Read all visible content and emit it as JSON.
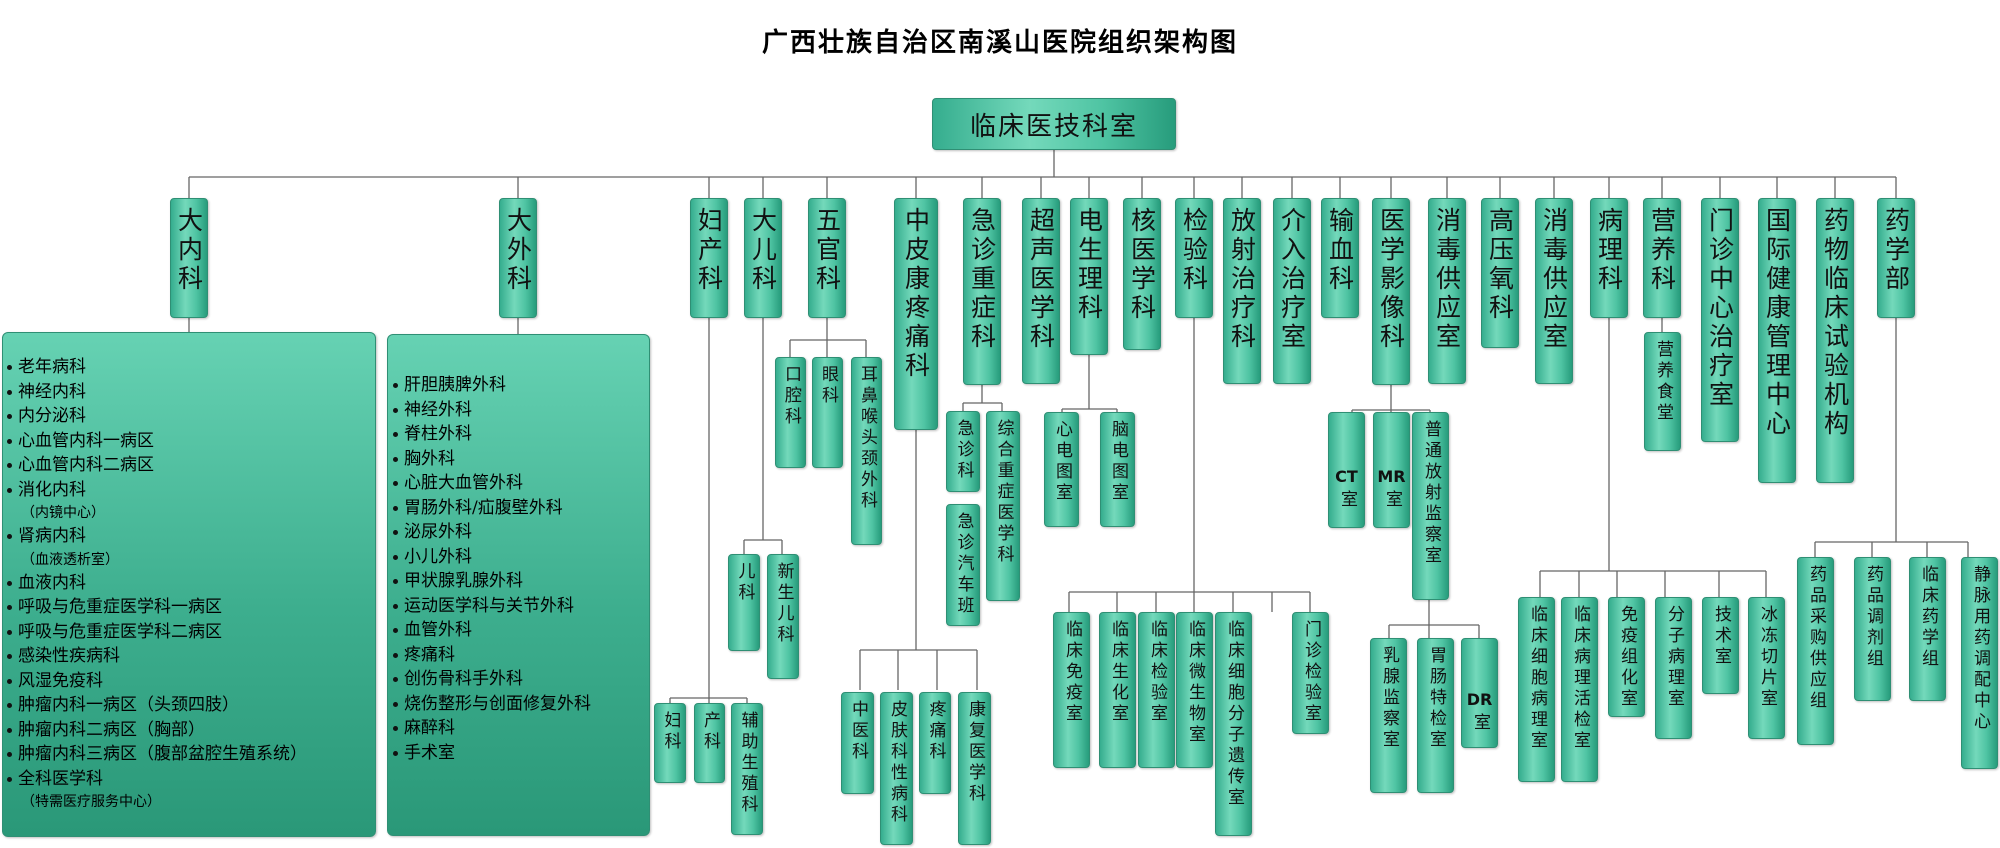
{
  "title": "广西壮族自治区南溪山医院组织架构图",
  "root": "临床医技科室",
  "departments": {
    "neike": "大内科",
    "waike": "大外科",
    "fuchan": "妇产科",
    "erke": "大儿科",
    "wuguan": "五官科",
    "zhongpi": "中皮康疼痛科",
    "jizhen": "急诊重症科",
    "chaosheng": "超声医学科",
    "diansheng": "电生理科",
    "heyi": "核医学科",
    "jianyan": "检验科",
    "fangliao": "放射治疗科",
    "jieru": "介入治疗室",
    "shuxue": "输血科",
    "yingxiang": "医学影像科",
    "xiaodu1": "消毒供应室",
    "gaoya": "高压氧科",
    "xiaodu2": "消毒供应室",
    "bingli": "病理科",
    "yingyang": "营养科",
    "menzhen": "门诊中心治疗室",
    "guoji": "国际健康管理中心",
    "yaowu": "药物临床试验机构",
    "yaoxue": "药学部"
  },
  "neike_list": [
    {
      "text": "老年病科",
      "note": false
    },
    {
      "text": "神经内科",
      "note": false
    },
    {
      "text": "内分泌科",
      "note": false
    },
    {
      "text": "心血管内科一病区",
      "note": false
    },
    {
      "text": "心血管内科二病区",
      "note": false
    },
    {
      "text": "消化内科",
      "note": false
    },
    {
      "text": "（内镜中心）",
      "note": true
    },
    {
      "text": "肾病内科",
      "note": false
    },
    {
      "text": "（血液透析室）",
      "note": true
    },
    {
      "text": "血液内科",
      "note": false
    },
    {
      "text": "呼吸与危重症医学科一病区",
      "note": false
    },
    {
      "text": "呼吸与危重症医学科二病区",
      "note": false
    },
    {
      "text": "感染性疾病科",
      "note": false
    },
    {
      "text": "风湿免疫科",
      "note": false
    },
    {
      "text": "肿瘤内科一病区（头颈四肢）",
      "note": false
    },
    {
      "text": "肿瘤内科二病区（胸部）",
      "note": false
    },
    {
      "text": "肿瘤内科三病区（腹部盆腔生殖系统）",
      "note": false
    },
    {
      "text": "全科医学科",
      "note": false
    },
    {
      "text": "（特需医疗服务中心）",
      "note": true
    }
  ],
  "waike_list": [
    "肝胆胰脾外科",
    "神经外科",
    "脊柱外科",
    "胸外科",
    "心脏大血管外科",
    "胃肠外科/疝腹壁外科",
    "泌尿外科",
    "小儿外科",
    "甲状腺乳腺外科",
    "运动医学科与关节外科",
    "血管外科",
    "疼痛科",
    "创伤骨科手外科",
    "烧伤整形与创面修复外科",
    "麻醉科",
    "手术室"
  ],
  "sub": {
    "fuke": "妇科",
    "chanke": "产科",
    "fuzhu": "辅助生殖科",
    "erke_s": "儿科",
    "xinsheng": "新生儿科",
    "kouqiang": "口腔科",
    "yanke": "眼科",
    "erbi": "耳鼻喉头颈外科",
    "zhongyi": "中医科",
    "pifu": "皮肤科性病科",
    "tengtong": "疼痛科",
    "kangfu": "康复医学科",
    "jizhenke": "急诊科",
    "zonghe": "综合重症医学科",
    "qiche": "急诊汽车班",
    "xindian": "心电图室",
    "naodian": "脑电图室",
    "lc_mianyi": "临床免疫室",
    "lc_shenghua": "临床生化室",
    "lc_jianyan": "临床检验室",
    "lc_weisheng": "临床微生物室",
    "lc_xibao": "临床细胞分子遗传室",
    "menzhen_jy": "门诊检验室",
    "ct_latin": "CT",
    "mr_latin": "MR",
    "dr_latin": "DR",
    "shi": "室",
    "putong": "普通放射监察室",
    "ruxian": "乳腺监察室",
    "weichang": "胃肠特检室",
    "bl_xibao": "临床细胞病理室",
    "bl_huojian": "临床病理活检室",
    "mianyi_zh": "免疫组化室",
    "fenzi": "分子病理室",
    "jishu": "技术室",
    "bingdong": "冰冻切片室",
    "shitang": "营养食堂",
    "caigou": "药品采购供应组",
    "tiaoji": "药品调剂组",
    "linchuang_yx": "临床药学组",
    "jingmai": "静脉用药调配中心"
  }
}
